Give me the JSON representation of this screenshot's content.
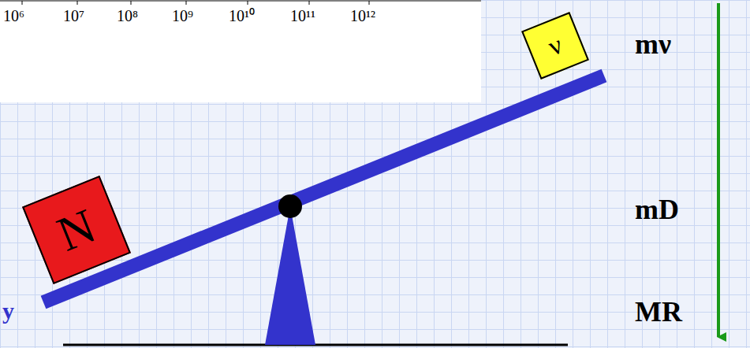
{
  "diagram": {
    "nodes": [
      {
        "text": [
          "N"
        ]
      },
      {
        "text": [
          "ν"
        ]
      }
    ],
    "labels": [
      "10⁶",
      "10⁷",
      "10⁸",
      "10⁹",
      "10¹⁰",
      "10¹¹",
      "10¹²",
      "y",
      "mν",
      "mD",
      "MR"
    ]
  }
}
